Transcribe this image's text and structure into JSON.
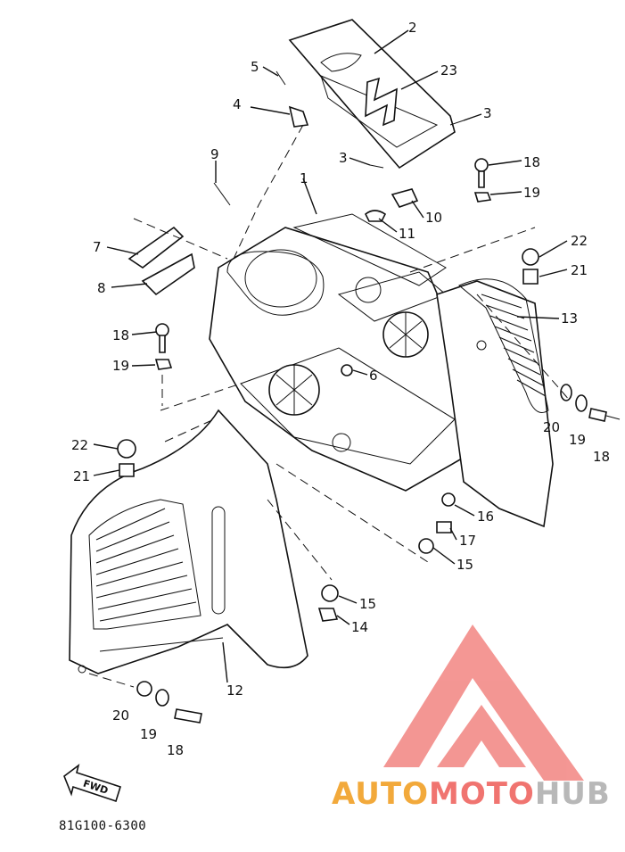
{
  "callouts": [
    {
      "label": "1"
    },
    {
      "label": "2"
    },
    {
      "label": "3"
    },
    {
      "label": "3"
    },
    {
      "label": "4"
    },
    {
      "label": "5"
    },
    {
      "label": "6"
    },
    {
      "label": "7"
    },
    {
      "label": "8"
    },
    {
      "label": "9"
    },
    {
      "label": "10"
    },
    {
      "label": "11"
    },
    {
      "label": "12"
    },
    {
      "label": "13"
    },
    {
      "label": "14"
    },
    {
      "label": "15"
    },
    {
      "label": "15"
    },
    {
      "label": "16"
    },
    {
      "label": "17"
    },
    {
      "label": "18"
    },
    {
      "label": "18"
    },
    {
      "label": "18"
    },
    {
      "label": "18"
    },
    {
      "label": "19"
    },
    {
      "label": "19"
    },
    {
      "label": "19"
    },
    {
      "label": "19"
    },
    {
      "label": "20"
    },
    {
      "label": "20"
    },
    {
      "label": "21"
    },
    {
      "label": "21"
    },
    {
      "label": "22"
    },
    {
      "label": "22"
    },
    {
      "label": "23"
    }
  ],
  "fwd_label": "FWD",
  "drawing_code": "81G100-6300",
  "watermark": {
    "part_a": "AUTO",
    "part_b": "MOTO",
    "part_c": "HUB",
    "colors": {
      "triangle": "#f07470",
      "auto": "#f2a93b",
      "moto": "#f07470",
      "hub": "#b8b8b8"
    }
  }
}
